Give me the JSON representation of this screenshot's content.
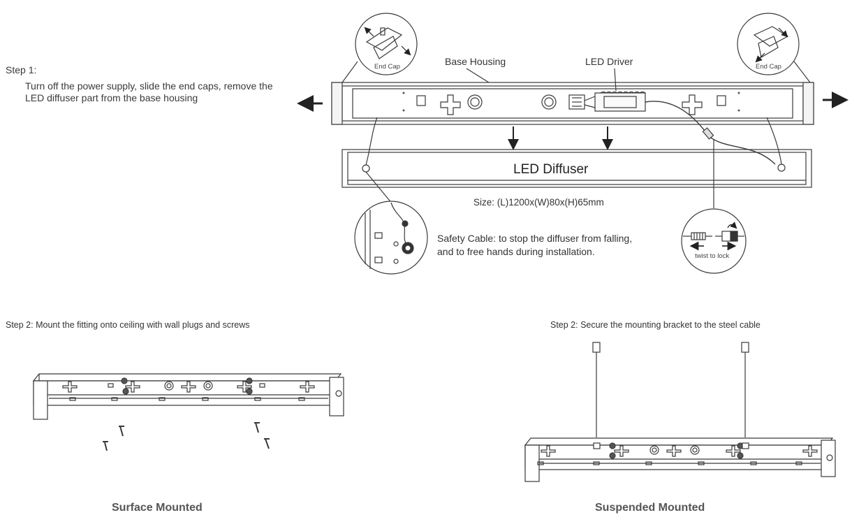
{
  "step1": {
    "title": "Step 1:",
    "body": "Turn off the power supply, slide the end caps, remove the LED diffuser part from the base housing"
  },
  "labels": {
    "base_housing": "Base Housing",
    "led_driver": "LED Driver",
    "end_cap_left": "End Cap",
    "end_cap_right": "End Cap",
    "led_diffuser": "LED Diffuser",
    "size": "Size: (L)1200x(W)80x(H)65mm",
    "safety_cable": "Safety Cable: to stop the diffuser from falling, and to free hands during installation.",
    "twist_to_lock": "twist to lock"
  },
  "step2_surface": {
    "instruction": "Step 2: Mount the fitting onto ceiling with wall plugs and screws",
    "caption": "Surface Mounted"
  },
  "step2_suspended": {
    "instruction": "Step 2: Secure the mounting bracket to the steel cable",
    "caption": "Suspended Mounted"
  },
  "colors": {
    "line": "#3a3a3a",
    "text": "#333333"
  }
}
